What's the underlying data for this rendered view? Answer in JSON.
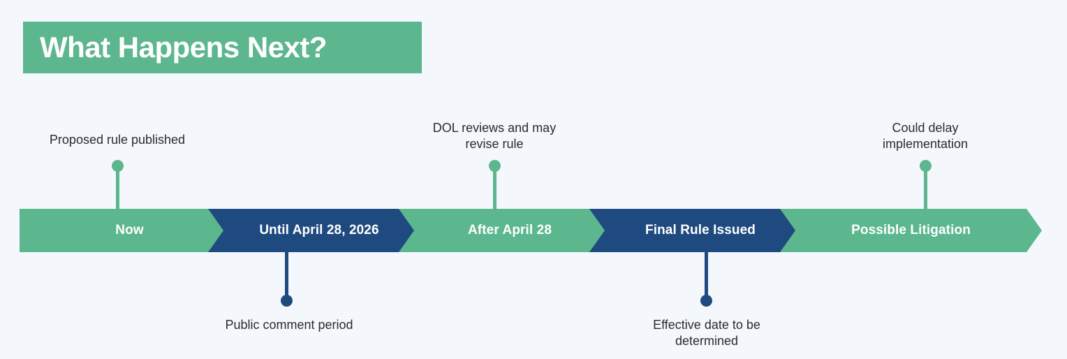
{
  "title": {
    "text": "What Happens Next?"
  },
  "colors": {
    "background": "#f4f7fc",
    "green": "#5cb68e",
    "navy": "#1f4a80",
    "banner": "#5cb68e",
    "label_text": "#2b2b33",
    "segment_text": "#ffffff"
  },
  "timeline": {
    "segments": [
      {
        "label": "Now",
        "color": "green"
      },
      {
        "label": "Until April 28, 2026",
        "color": "navy"
      },
      {
        "label": "After April 28",
        "color": "green"
      },
      {
        "label": "Final Rule Issued",
        "color": "navy"
      },
      {
        "label": "Possible Litigation",
        "color": "green"
      }
    ]
  },
  "callouts": {
    "above": [
      {
        "label": "Proposed rule published",
        "segment": "Now",
        "color": "green"
      },
      {
        "label": "DOL reviews and may\nrevise rule",
        "segment": "After April 28",
        "color": "green"
      },
      {
        "label": "Could delay\nimplementation",
        "segment": "Possible Litigation",
        "color": "green"
      }
    ],
    "below": [
      {
        "label": "Public comment period",
        "segment": "Until April 28, 2026",
        "color": "navy"
      },
      {
        "label": "Effective date to be\ndetermined",
        "segment": "Final Rule Issued",
        "color": "navy"
      }
    ]
  }
}
